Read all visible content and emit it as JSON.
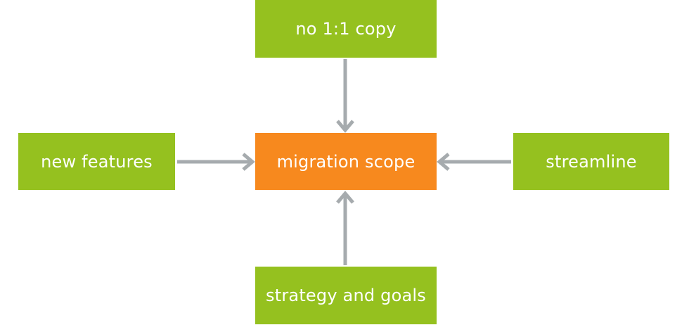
{
  "diagram": {
    "center": "migration scope",
    "top": "no 1:1 copy",
    "left": "new features",
    "right": "streamline",
    "bottom": "strategy and goals"
  },
  "colors": {
    "outer_box": "#95c11f",
    "center_box": "#f7891e",
    "arrow": "#a6abae",
    "text": "#ffffff"
  }
}
